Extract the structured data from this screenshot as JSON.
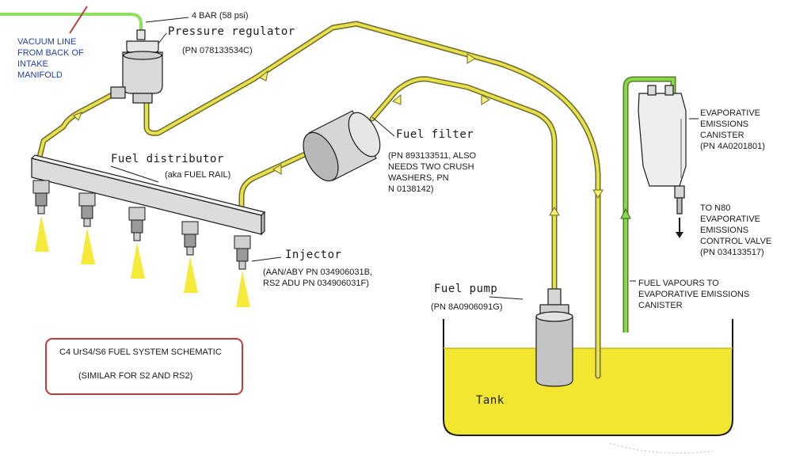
{
  "labels": {
    "vacuum_line": "VACUUM LINE\nFROM BACK OF\nINTAKE\nMANIFOLD",
    "pressure_value": "4 BAR (58 psi)",
    "pressure_regulator": "Pressure regulator",
    "pressure_regulator_pn": "(PN 078133534C)",
    "fuel_distributor": "Fuel distributor",
    "fuel_distributor_aka": "(aka FUEL RAIL)",
    "fuel_filter": "Fuel filter",
    "fuel_filter_pn": "(PN 893133511, ALSO\nNEEDS TWO CRUSH\nWASHERS, PN\nN  0138142)",
    "injector": "Injector",
    "injector_pn": "(AAN/ABY PN 034906031B,\nRS2 ADU PN 034906031F)",
    "fuel_pump": "Fuel pump",
    "fuel_pump_pn": "(PN 8A0906091G)",
    "tank": "Tank",
    "evap_canister": "EVAPORATIVE\nEMISSIONS\nCANISTER\n(PN 4A0201801)",
    "n80_valve": "TO N80\nEVAPORATIVE\nEMISSIONS\nCONTROL VALVE\n(PN 034133517)",
    "fuel_vapours": "FUEL VAPOURS TO\nEVAPORATIVE EMISSIONS\nCANISTER"
  },
  "note": {
    "title": "C4 UrS4/S6 FUEL SYSTEM SCHEMATIC",
    "subtitle": "(SIMILAR FOR S2 AND RS2)"
  },
  "colors": {
    "fuel_line": "#e8e04a",
    "fuel_line_outline": "#6b6b2a",
    "vacuum_line": "#8fe060",
    "vapour_line": "#86d94a",
    "tank_fill": "#f2e630",
    "spray": "#f5ea3a",
    "note_border": "#c33a3a",
    "label_blue": "#1f3fa8"
  }
}
